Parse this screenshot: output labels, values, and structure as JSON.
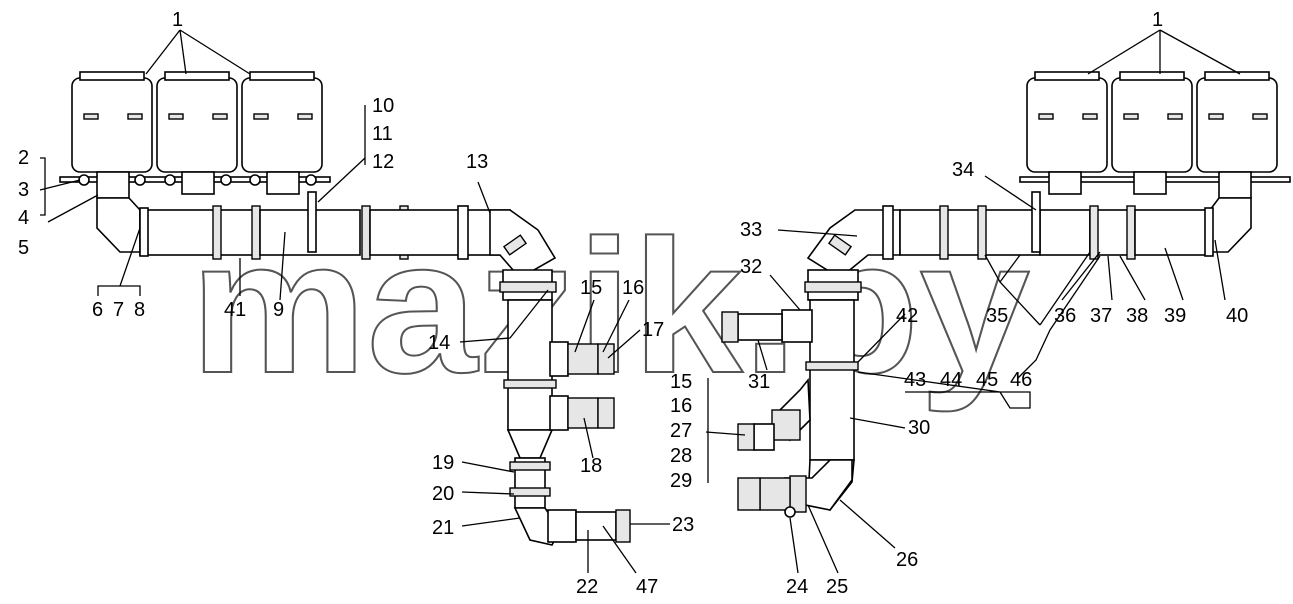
{
  "watermark": "mazik.py",
  "callouts": {
    "c1_left": "1",
    "c1_right": "1",
    "c2": "2",
    "c3": "3",
    "c4": "4",
    "c5": "5",
    "c6": "6",
    "c7": "7",
    "c8": "8",
    "c9": "9",
    "c10": "10",
    "c11": "11",
    "c12": "12",
    "c13": "13",
    "c14": "14",
    "c15a": "15",
    "c16a": "16",
    "c17": "17",
    "c18": "18",
    "c19": "19",
    "c20": "20",
    "c21": "21",
    "c22": "22",
    "c23": "23",
    "c24": "24",
    "c25": "25",
    "c26": "26",
    "c15b": "15",
    "c16b": "16",
    "c27": "27",
    "c28": "28",
    "c29": "29",
    "c30": "30",
    "c31": "31",
    "c32": "32",
    "c33": "33",
    "c34": "34",
    "c35": "35",
    "c36": "36",
    "c37": "37",
    "c38": "38",
    "c39": "39",
    "c40": "40",
    "c41": "41",
    "c42": "42",
    "c43": "43",
    "c44": "44",
    "c45": "45",
    "c46": "46",
    "c47": "47"
  }
}
